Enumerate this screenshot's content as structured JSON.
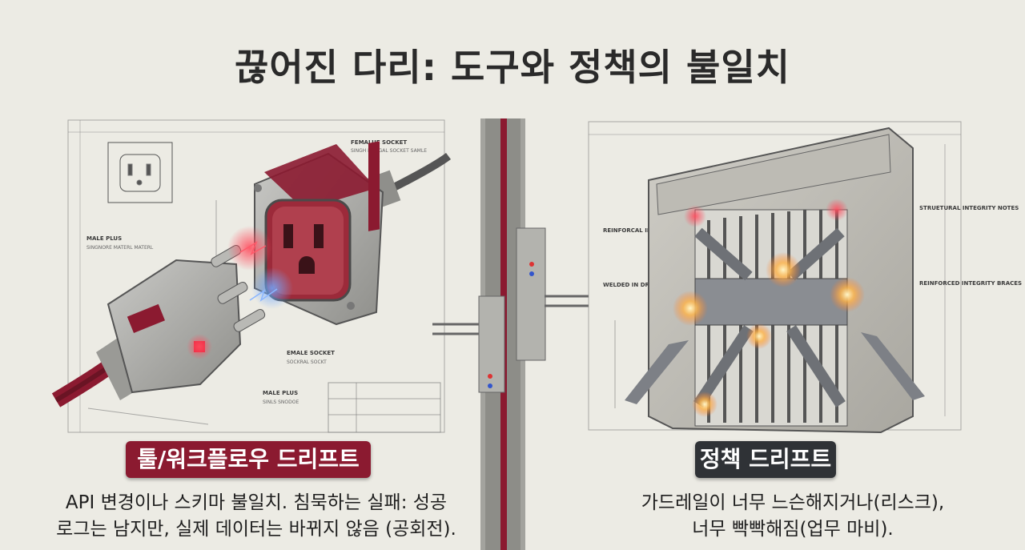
{
  "title": "끊어진 다리: 도구와 정책의 불일치",
  "left_panel": {
    "badge": "툴/워크플로우 드리프트",
    "description_line1": "API 변경이나 스키마 불일치. 침묵하는 실패: 성공",
    "description_line2": "로그는 남지만, 실제 데이터는 바뀌지 않음 (공회전).",
    "blueprint_labels": {
      "female_socket_top": "FEMALUE SOCKET",
      "female_socket_top_sub": "SINGH DUNGAL SOCKET SAMLE",
      "male_plug_left": "MALE PLUS",
      "male_plug_left_sub": "SINGNORE MATERL MATERL",
      "female_socket_bottom": "EMALE SOCKET",
      "female_socket_bottom_sub": "SOCKRAL SOCKT",
      "male_plug_bottom": "MALE PLUS",
      "male_plug_bottom_sub": "SINLS SNODOE"
    }
  },
  "right_panel": {
    "badge": "정책 드리프트",
    "description_line1": "가드레일이 너무 느슨해지거나(리스크),",
    "description_line2": "너무 빡빡해짐(업무 마비).",
    "blueprint_labels": {
      "reinforcal": "REINFORCAL INTEGRITY PROSORRING STRECTOR",
      "welded": "WELDED IN DRAGES",
      "structural": "STRUETURAL INTEGRITY NOTES",
      "reinforced": "REINFORCED INTEGRITY BRACES"
    }
  },
  "colors": {
    "accent_red": "#8b1a30",
    "dark_badge": "#2f3236",
    "background": "#ecebe4"
  }
}
